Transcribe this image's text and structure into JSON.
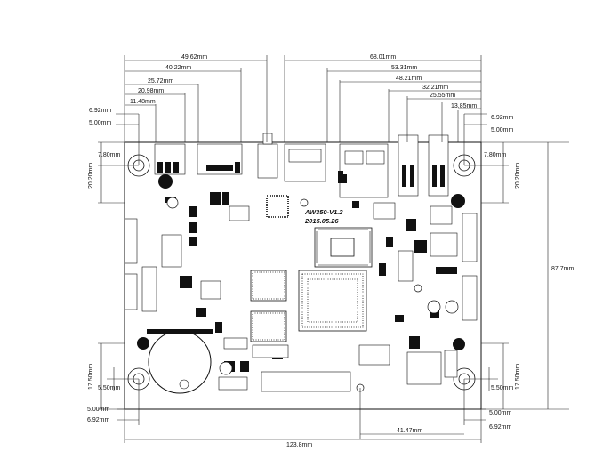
{
  "board": {
    "model": "AW350-V1.2",
    "date": "2015.05.26"
  },
  "dimensions": {
    "top": [
      {
        "id": "d49",
        "label": "49.62mm"
      },
      {
        "id": "d68",
        "label": "68.01mm"
      },
      {
        "id": "d40",
        "label": "40.22mm"
      },
      {
        "id": "d53",
        "label": "53.31mm"
      },
      {
        "id": "d25l",
        "label": "25.72mm"
      },
      {
        "id": "d48",
        "label": "48.21mm"
      },
      {
        "id": "d20l",
        "label": "20.98mm"
      },
      {
        "id": "d32",
        "label": "32.21mm"
      },
      {
        "id": "d25r",
        "label": "25.55mm"
      },
      {
        "id": "d11",
        "label": "11.48mm"
      },
      {
        "id": "d13",
        "label": "13.85mm"
      }
    ],
    "left": [
      {
        "id": "l692t",
        "label": "6.92mm"
      },
      {
        "id": "l500t",
        "label": "5.00mm"
      },
      {
        "id": "l780",
        "label": "7.80mm"
      },
      {
        "id": "l2020",
        "label": "20.20mm"
      },
      {
        "id": "l1750",
        "label": "17.50mm"
      },
      {
        "id": "l550",
        "label": "5.50mm"
      },
      {
        "id": "l500b",
        "label": "5.00mm"
      },
      {
        "id": "l692b",
        "label": "6.92mm"
      }
    ],
    "right": [
      {
        "id": "r692t",
        "label": "6.92mm"
      },
      {
        "id": "r500t",
        "label": "5.00mm"
      },
      {
        "id": "r780",
        "label": "7.80mm"
      },
      {
        "id": "r2020",
        "label": "20.20mm"
      },
      {
        "id": "r877",
        "label": "87.7mm"
      },
      {
        "id": "r1750",
        "label": "17.50mm"
      },
      {
        "id": "r550",
        "label": "5.50mm"
      },
      {
        "id": "r500b",
        "label": "5.00mm"
      },
      {
        "id": "r692b",
        "label": "6.92mm"
      }
    ],
    "bottom": [
      {
        "id": "b41",
        "label": "41.47mm"
      },
      {
        "id": "b123",
        "label": "123.8mm"
      }
    ]
  }
}
